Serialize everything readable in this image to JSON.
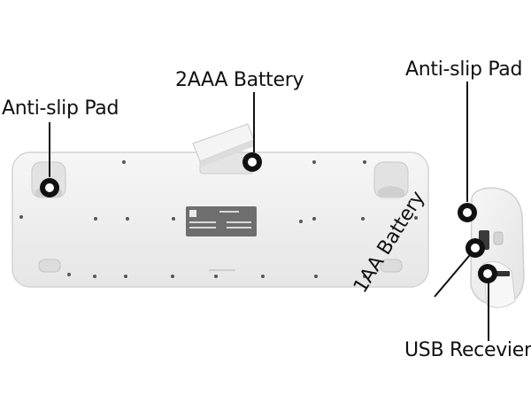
{
  "callouts": {
    "anti_slip_left": "Anti-slip Pad",
    "battery_2aaa": "2AAA Battery",
    "anti_slip_right": "Anti-slip Pad",
    "battery_1aa": "1AA Battery",
    "usb_receiver": "USB Recevier"
  },
  "colors": {
    "body_plastic": "#f1f1f1",
    "marker": "#111111"
  }
}
